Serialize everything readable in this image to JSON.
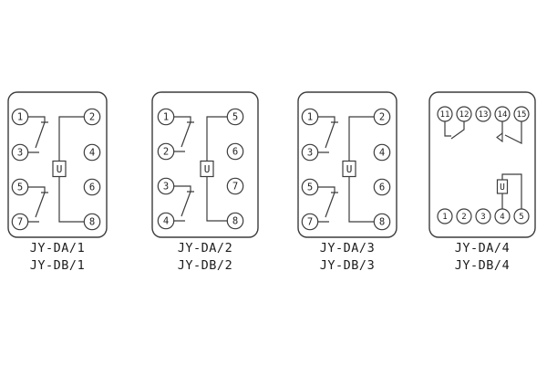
{
  "colors": {
    "background": "#ffffff",
    "line": "#3c3c3c",
    "text": "#1c1c1c"
  },
  "coil_symbol": "U",
  "panels": [
    {
      "labels": [
        "JY-DA/1",
        "JY-DB/1"
      ],
      "coil_label": "U",
      "left_terminals": [
        "1",
        "3",
        "5",
        "7"
      ],
      "right_terminals": [
        "2",
        "4",
        "6",
        "8"
      ]
    },
    {
      "labels": [
        "JY-DA/2",
        "JY-DB/2"
      ],
      "coil_label": "U",
      "left_terminals": [
        "1",
        "2",
        "3",
        "4"
      ],
      "right_terminals": [
        "5",
        "6",
        "7",
        "8"
      ]
    },
    {
      "labels": [
        "JY-DA/3",
        "JY-DB/3"
      ],
      "coil_label": "U",
      "left_terminals": [
        "1",
        "3",
        "5",
        "7"
      ],
      "right_terminals": [
        "2",
        "4",
        "6",
        "8"
      ]
    },
    {
      "labels": [
        "JY-DA/4",
        "JY-DB/4"
      ],
      "coil_label": "U",
      "top_terminals": [
        "11",
        "12",
        "13",
        "14",
        "15"
      ],
      "bottom_terminals": [
        "1",
        "2",
        "3",
        "4",
        "5"
      ]
    }
  ]
}
